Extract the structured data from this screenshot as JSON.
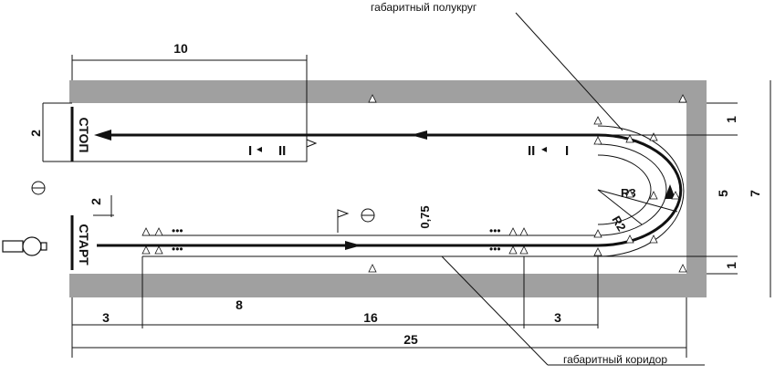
{
  "labels": {
    "semicircle": "габаритный полукруг",
    "corridor": "габаритный коридор",
    "start": "СТАРТ",
    "stop": "СТОП",
    "gear_I_right": "I",
    "gear_II_right": "II",
    "gear_I_left": "I",
    "gear_II_left": "II",
    "R3": "R3",
    "R2": "R2",
    "dots": "•••"
  },
  "dimensions": {
    "d10": "10",
    "d2_stop": "2",
    "d2_start": "2",
    "d1_top": "1",
    "d5": "5",
    "d7": "7",
    "d1_bottom": "1",
    "d075": "0,75",
    "d3_left": "3",
    "d8": "8",
    "d16": "16",
    "d3_right": "3",
    "d25": "25"
  },
  "colors": {
    "wall": "#a0a0a0",
    "line": "#111111"
  }
}
